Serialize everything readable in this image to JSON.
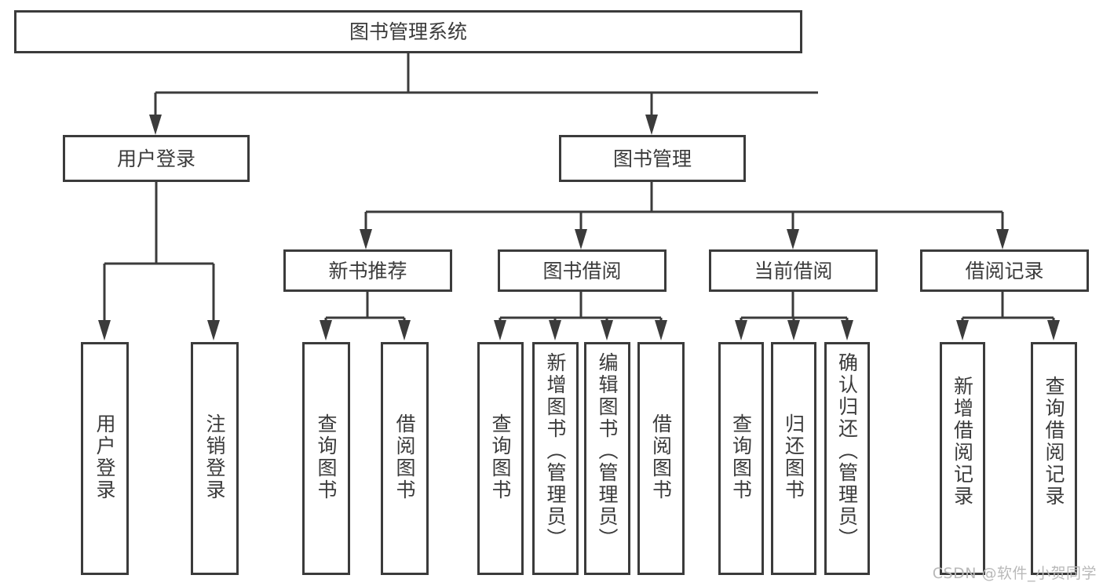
{
  "diagram": {
    "title": "图书管理系统",
    "type": "hierarchy-tree",
    "colors": {
      "stroke": "#3b3b3b",
      "fill": "#ffffff",
      "background": "#ffffff",
      "watermark": "#b9b9b9"
    },
    "root": {
      "label": "图书管理系统"
    },
    "level2": [
      {
        "label": "用户登录"
      },
      {
        "label": "图书管理"
      }
    ],
    "level3": [
      {
        "label": "新书推荐"
      },
      {
        "label": "图书借阅"
      },
      {
        "label": "当前借阅"
      },
      {
        "label": "借阅记录"
      }
    ],
    "leaves": {
      "user_login": [
        {
          "label": "用户登录"
        },
        {
          "label": "注销登录"
        }
      ],
      "new_book_recommend": [
        {
          "label": "查询图书"
        },
        {
          "label": "借阅图书"
        }
      ],
      "book_borrow": [
        {
          "label": "查询图书"
        },
        {
          "label": "新增图书（管理员）"
        },
        {
          "label": "编辑图书（管理员）"
        },
        {
          "label": "借阅图书"
        }
      ],
      "current_borrow": [
        {
          "label": "查询图书"
        },
        {
          "label": "归还图书"
        },
        {
          "label": "确认归还（管理员）"
        }
      ],
      "borrow_record": [
        {
          "label": "新增借阅记录"
        },
        {
          "label": "查询借阅记录"
        }
      ]
    },
    "watermark": "CSDN @软件_小贺同学"
  }
}
